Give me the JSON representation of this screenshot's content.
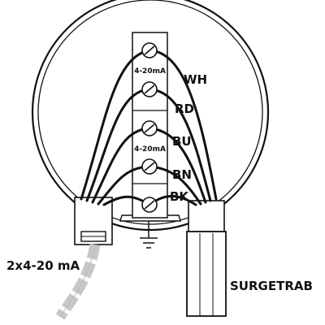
{
  "terminal_block": {
    "upper_signal_label": "4-20mA",
    "lower_signal_label": "4-20mA"
  },
  "wire_labels": {
    "wh": "WH",
    "rd": "RD",
    "bu": "BU",
    "bn": "BN",
    "bk": "BK"
  },
  "cable_label": "2x4-20 mA",
  "module_label": "SURGETRAB"
}
